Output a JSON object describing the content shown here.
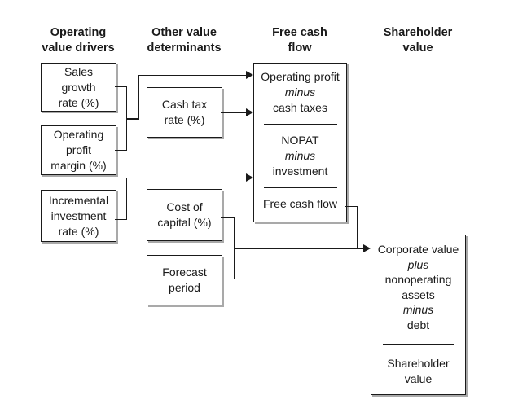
{
  "headers": {
    "col1": "Operating\nvalue drivers",
    "col2": "Other value\ndeterminants",
    "col3": "Free cash\nflow",
    "col4": "Shareholder\nvalue"
  },
  "driver_boxes": {
    "sales_growth": "Sales\ngrowth\nrate (%)",
    "operating_profit_margin": "Operating\nprofit\nmargin (%)",
    "incremental_investment": "Incremental\ninvestment\nrate (%)"
  },
  "determinant_boxes": {
    "cash_tax": "Cash tax\nrate (%)",
    "cost_of_capital": "Cost of\ncapital (%)",
    "forecast_period": "Forecast\nperiod"
  },
  "free_cash_flow_box": {
    "operating_profit": "Operating profit",
    "minus1": "minus",
    "cash_taxes": "cash taxes",
    "nopat": "NOPAT",
    "minus2": "minus",
    "investment": "investment",
    "free_cash_flow": "Free cash flow"
  },
  "shareholder_value_box": {
    "corporate_value": "Corporate value",
    "plus": "plus",
    "nonoperating": "nonoperating",
    "assets": "assets",
    "minus": "minus",
    "debt": "debt",
    "shareholder": "Shareholder",
    "value": "value"
  },
  "colors": {
    "ink": "#1a1a1a",
    "background": "#ffffff",
    "box_shadow": "#a9a9a9"
  }
}
